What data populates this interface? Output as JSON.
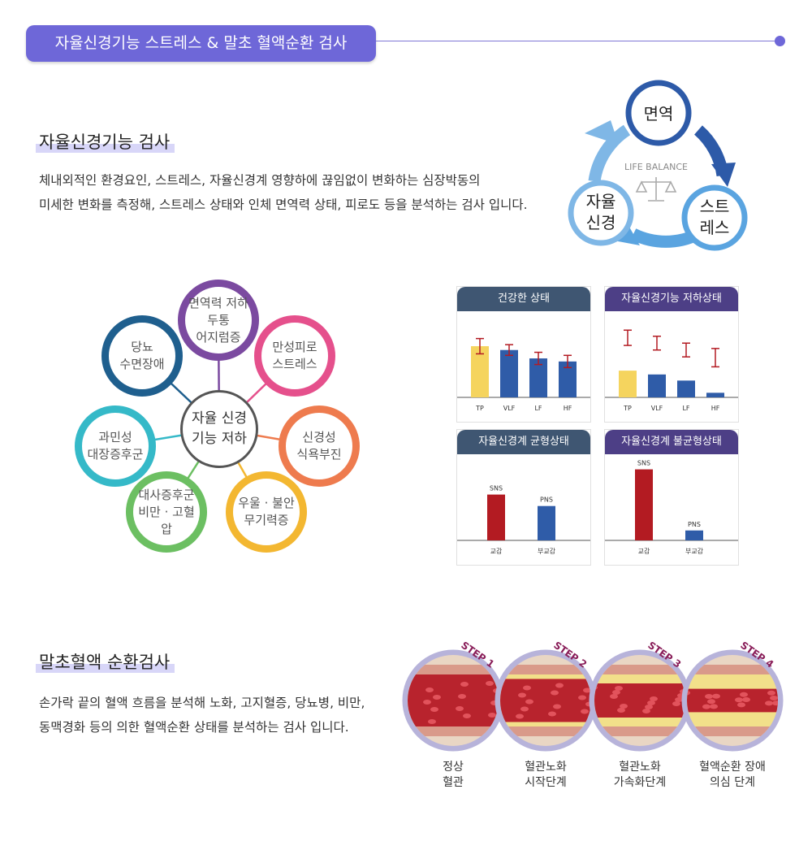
{
  "header": {
    "title": "자율신경기능 스트레스 & 말초 혈액순환 검사",
    "accent": "#6e67d8"
  },
  "ans_section": {
    "title": "자율신경기능 검사",
    "desc_line1": "체내외적인 환경요인, 스트레스, 자율신경계 영향하에 끊임없이 변화하는 심장박동의",
    "desc_line2": "미세한 변화를 측정해, 스트레스 상태와 인체 면역력 상태, 피로도 등을 분석하는 검사 입니다."
  },
  "balance_cycle": {
    "center": "LIFE BALANCE",
    "top": "면역",
    "right_line1": "스트",
    "right_line2": "레스",
    "left_line1": "자율",
    "left_line2": "신경"
  },
  "symptom_diagram": {
    "center": "자율 신경\n기능 저하",
    "items": [
      {
        "label": "면역력 저하\n두통\n어지럼증",
        "color": "#7b4aa0"
      },
      {
        "label": "만성피로\n스트레스",
        "color": "#e5508c"
      },
      {
        "label": "신경성\n식욕부진",
        "color": "#ee7b4e"
      },
      {
        "label": "우울 · 불안\n무기력증",
        "color": "#f3b731"
      },
      {
        "label": "대사증후군\n비만 · 고혈압",
        "color": "#6cbf62"
      },
      {
        "label": "과민성\n대장증후군",
        "color": "#35b9c8"
      },
      {
        "label": "당뇨\n수면장애",
        "color": "#1f5f8e"
      }
    ]
  },
  "chart_data": [
    {
      "type": "bar",
      "title": "건강한 상태",
      "categories": [
        "TP",
        "VLF",
        "LF",
        "HF"
      ],
      "values": [
        67,
        62,
        51,
        47
      ],
      "error": [
        10,
        7,
        8,
        8
      ],
      "colors": [
        "#f5d45e",
        "#2f5ca8",
        "#2f5ca8",
        "#2f5ca8"
      ],
      "ylim": [
        0,
        100
      ]
    },
    {
      "type": "bar",
      "title": "자율신경기능 저하상태",
      "categories": [
        "TP",
        "VLF",
        "LF",
        "HF"
      ],
      "values": [
        35,
        30,
        22,
        6
      ],
      "error": [
        10,
        9,
        9,
        12
      ],
      "error_center": [
        78,
        71,
        62,
        52
      ],
      "colors": [
        "#f5d45e",
        "#2f5ca8",
        "#2f5ca8",
        "#2f5ca8"
      ],
      "ylim": [
        0,
        100
      ]
    },
    {
      "type": "bar",
      "title": "자율신경계 균형상태",
      "categories": [
        "교감",
        "부교감"
      ],
      "bar_labels": [
        "SNS",
        "PNS"
      ],
      "values": [
        60,
        45
      ],
      "colors": [
        "#b31b22",
        "#2f5ca8"
      ],
      "ylim": [
        0,
        100
      ]
    },
    {
      "type": "bar",
      "title": "자율신경계 불균형상태",
      "categories": [
        "교감",
        "부교감"
      ],
      "bar_labels": [
        "SNS",
        "PNS"
      ],
      "values": [
        93,
        13
      ],
      "colors": [
        "#b31b22",
        "#2f5ca8"
      ],
      "ylim": [
        0,
        100
      ]
    }
  ],
  "circulation_section": {
    "title": "말초혈액 순환검사",
    "desc_line1": "손가락 끝의 혈액 흐름을 분석해 노화, 고지혈증, 당뇨병, 비만,",
    "desc_line2": "동맥경화 등의 의한 혈액순환 상태를 분석하는 검사 입니다."
  },
  "steps": [
    {
      "badge": "STEP 1",
      "label": "정상\n혈관",
      "plaque": 0.0
    },
    {
      "badge": "STEP 2",
      "label": "혈관노화\n시작단계",
      "plaque": 0.25
    },
    {
      "badge": "STEP 3",
      "label": "혈관노화\n가속화단계",
      "plaque": 0.5
    },
    {
      "badge": "STEP 4",
      "label": "혈액순환 장애\n의심 단계",
      "plaque": 0.8
    }
  ]
}
